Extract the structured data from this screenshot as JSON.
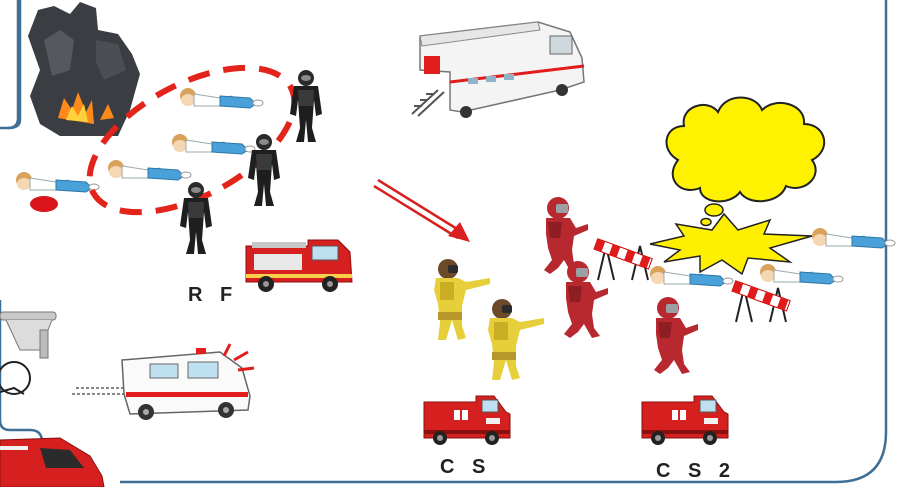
{
  "labels": {
    "rf": "R F",
    "cs": "C S",
    "cs2": "C S 2"
  },
  "colors": {
    "frame_border": "#3f6f95",
    "dashed_zone": "#e3241b",
    "arrow": "#d92020",
    "fire_engine": "#d61f1f",
    "hazmat_red_suit": "#b8282f",
    "yellow_suit": "#e6cf3a",
    "thought_bubble": "#fff200",
    "flash": "#ffef00",
    "victim_shirt": "#4aa0d8"
  },
  "icons": [
    "burning-building-icon",
    "command-bus-icon",
    "drone-icon",
    "ambulance-icon",
    "fire-truck-icon",
    "barricade-icon",
    "thought-bubble-icon",
    "explosion-flash-icon"
  ]
}
